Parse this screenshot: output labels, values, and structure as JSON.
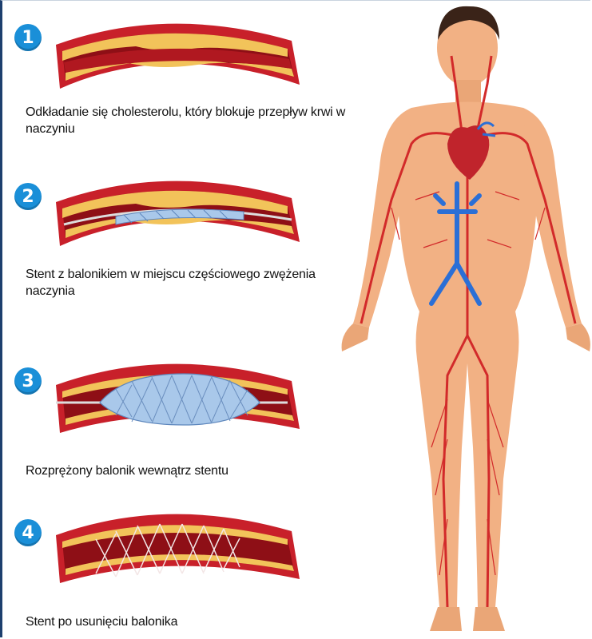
{
  "steps": [
    {
      "number": "1",
      "caption": "Odkładanie się cholesterolu, który blokuje przepływ krwi w naczyniu"
    },
    {
      "number": "2",
      "caption": "Stent z balonikiem w miejscu częściowego zwężenia naczynia"
    },
    {
      "number": "3",
      "caption": "Rozprężony balonik wewnątrz stentu"
    },
    {
      "number": "4",
      "caption": "Stent po usunięciu balonika"
    }
  ],
  "colors": {
    "badge": "#1a8fd8",
    "frame": "#1d3f6e",
    "vessel_wall": "#c8202a",
    "vessel_lumen": "#8e0f16",
    "plaque": "#f2c35a",
    "stent_balloon": "#a9c8ea",
    "artery": "#d22a2a",
    "vein": "#2b6fd6",
    "skin": "#f2b184",
    "heart": "#c0242c"
  },
  "icons": [
    "human-body-circulatory-illustration",
    "heart-icon"
  ]
}
